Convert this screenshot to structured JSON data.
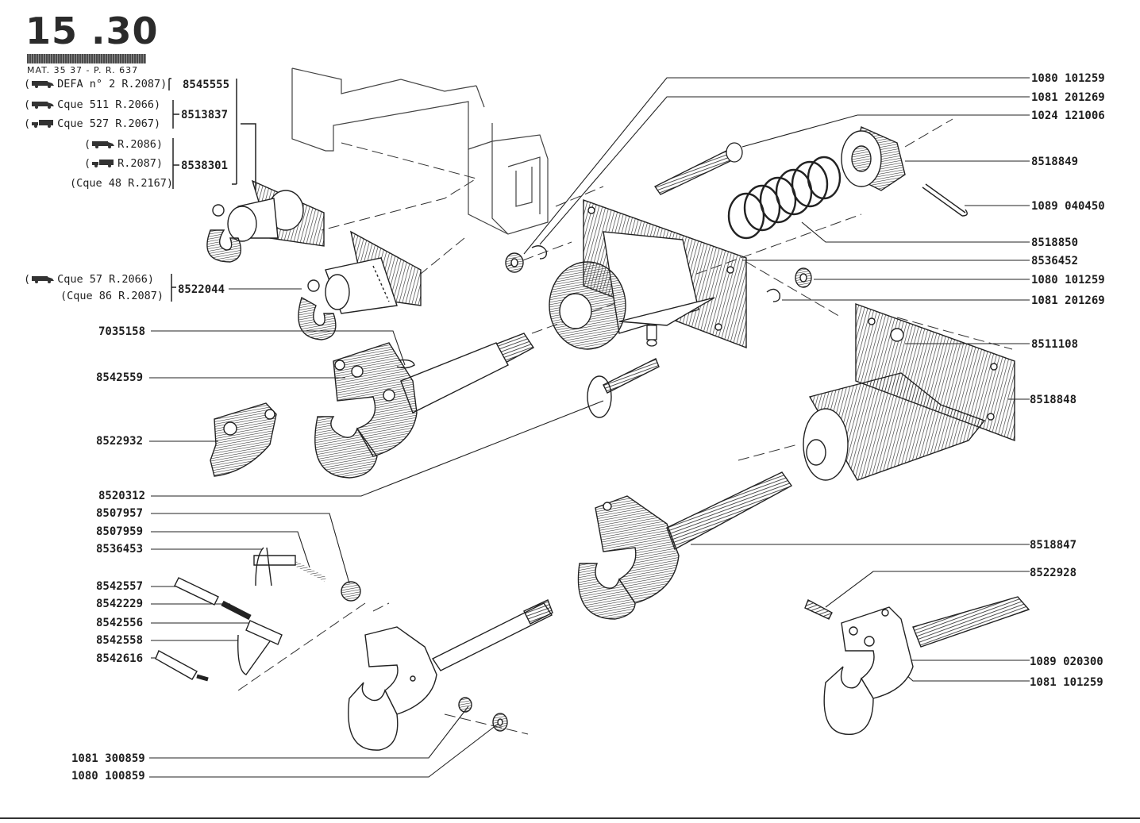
{
  "header": {
    "section": "15",
    "sub_section": ".30",
    "subtitle": "MAT. 35 37 - P. R. 637"
  },
  "vehicle_notes": [
    {
      "text": "DEFA n° 2 R.2087)",
      "part": "8545555"
    },
    {
      "text": "Cque 511 R.2066)",
      "part": "8513837"
    },
    {
      "text": "Cque 527 R.2067)",
      "part": ""
    },
    {
      "text": "R.2086)",
      "part": "8538301"
    },
    {
      "text": "R.2087)",
      "part": ""
    },
    {
      "text": "(Cque 48 R.2167)",
      "part": ""
    },
    {
      "text": "Cque 57 R.2066)",
      "part": "8522044"
    },
    {
      "text": "(Cque 86 R.2087)",
      "part": ""
    }
  ],
  "left_labels": [
    "7035158",
    "8542559",
    "8522932",
    "8520312",
    "8507957",
    "8507959",
    "8536453",
    "8542557",
    "8542229",
    "8542556",
    "8542558",
    "8542616",
    "1081 300859",
    "1080 100859"
  ],
  "right_labels": [
    "1080 101259",
    "1081 201269",
    "1024 121006",
    "8518849",
    "1089 040450",
    "8518850",
    "8536452",
    "1080 101259",
    "1081 201269",
    "8511108",
    "8518848",
    "8518847",
    "8522928",
    "1089 020300",
    "1081 101259"
  ],
  "colors": {
    "ink": "#1e1e1e",
    "paper": "#ffffff"
  }
}
